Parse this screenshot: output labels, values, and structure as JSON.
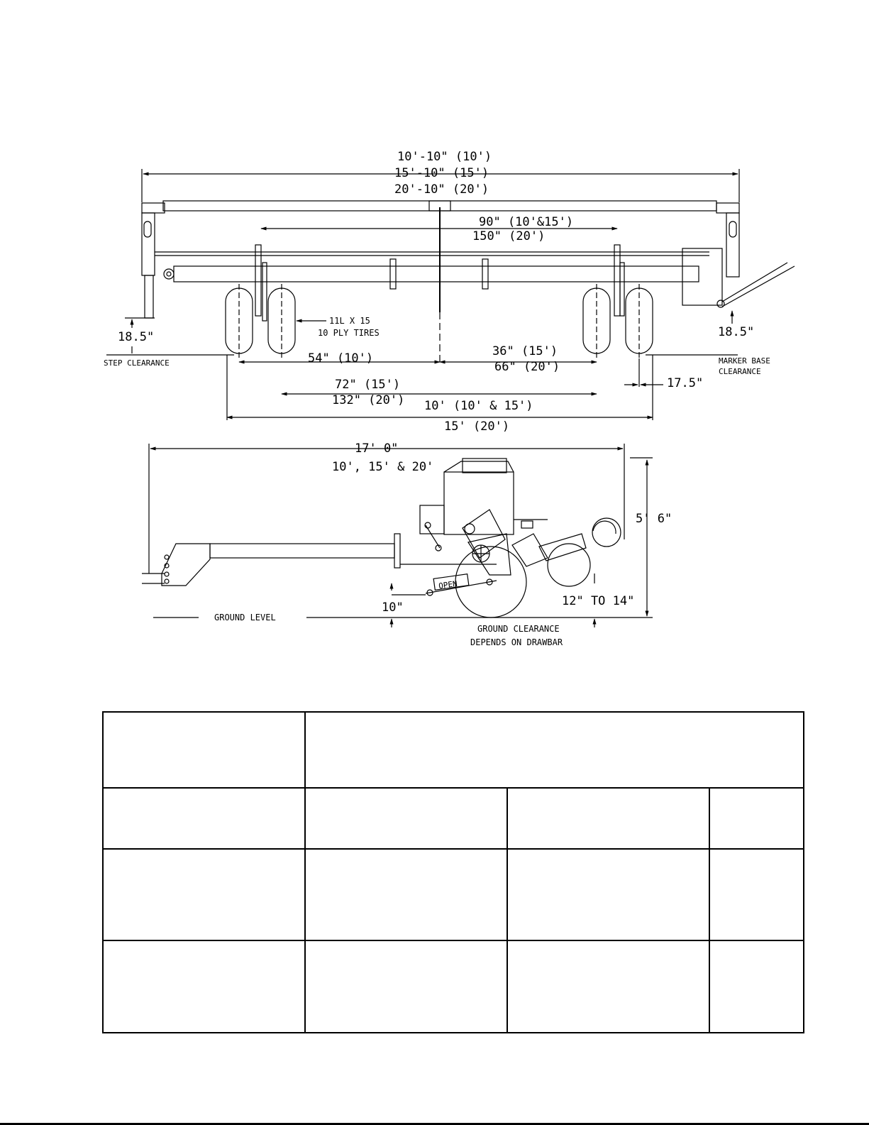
{
  "top_view": {
    "overall_width": [
      "10'-10\" (10')",
      "15'-10\" (15')",
      "20'-10\" (20')"
    ],
    "row_span": [
      "90\" (10'&15')",
      "150\" (20')"
    ],
    "tire_label": [
      "11L X 15",
      "10 PLY TIRES"
    ],
    "step_clearance_value": "18.5\"",
    "step_clearance_label": "STEP CLEARANCE",
    "marker_clearance_value": "18.5\"",
    "marker_clearance_label": [
      "MARKER BASE",
      "CLEARANCE"
    ],
    "inner_left": "54\" (10')",
    "inner_right": [
      "36\" (15')",
      "66\" (20')"
    ],
    "wheel_offset": "17.5\"",
    "mid_span": [
      "72\" (15')",
      "132\" (20')"
    ],
    "track_width": [
      "10' (10' & 15')",
      "15' (20')"
    ]
  },
  "side_view": {
    "overall_length": "17' 0\"",
    "length_models": "10', 15' & 20'",
    "height": "5' 6\"",
    "drawbar_drop": "10\"",
    "ground_level": "GROUND LEVEL",
    "row_unit_range": "12\" TO 14\"",
    "ground_clearance": [
      "GROUND CLEARANCE",
      "DEPENDS ON DRAWBAR"
    ],
    "open_label": "OPEN"
  },
  "table": {
    "rows": [
      [
        "",
        ""
      ],
      [
        "",
        "",
        "",
        ""
      ],
      [
        "",
        "",
        "",
        ""
      ],
      [
        "",
        "",
        "",
        ""
      ]
    ]
  }
}
